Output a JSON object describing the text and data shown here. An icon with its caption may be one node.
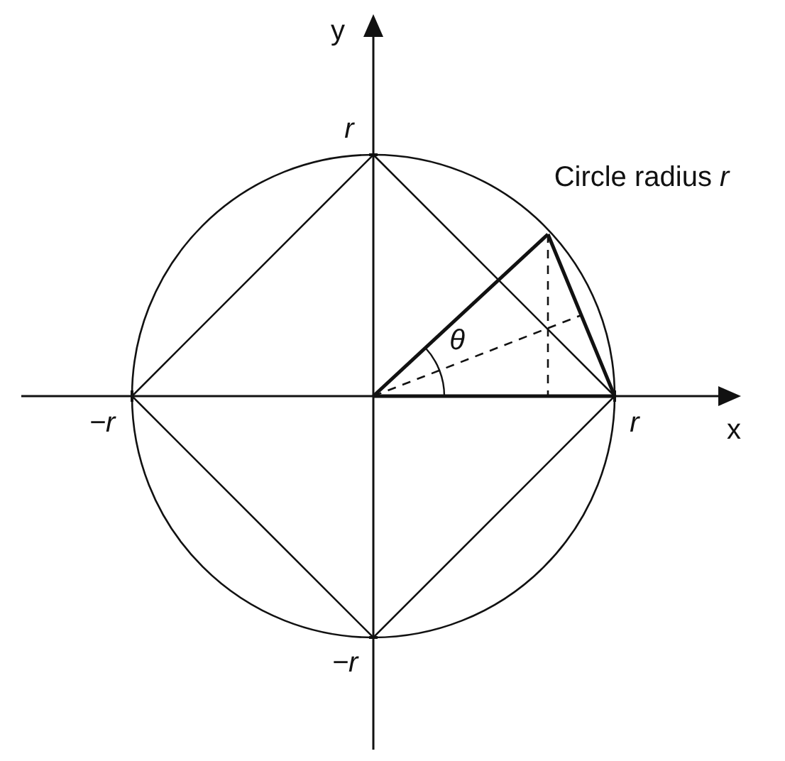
{
  "diagram": {
    "labels": [
      "y",
      "r",
      "Circle radius *r*",
      "θ",
      "−r",
      "r",
      "x",
      "−r"
    ]
  }
}
